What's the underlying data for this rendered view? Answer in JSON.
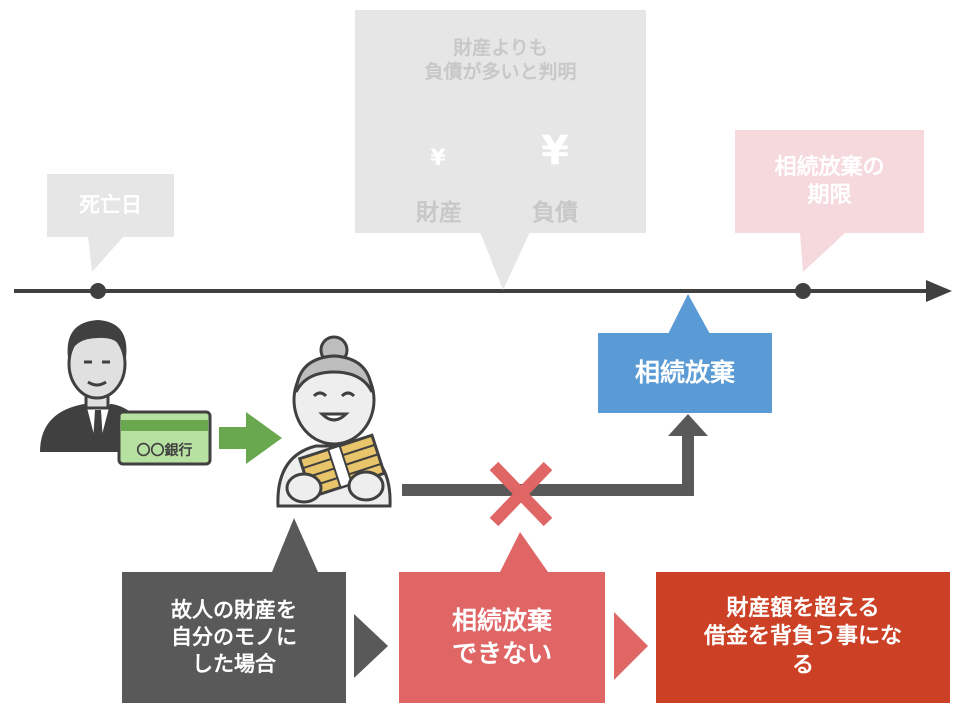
{
  "timeline": {
    "death_date": "死亡日",
    "discovery": {
      "line1": "財産よりも",
      "line2": "負債が多いと判明",
      "asset_label": "財産",
      "debt_label": "負債",
      "yen_symbol": "¥"
    },
    "deadline": {
      "line1": "相続放棄の",
      "line2": "期限"
    }
  },
  "renunciation": "相続放棄",
  "bank_card_label": "〇〇銀行",
  "flow": {
    "step1": {
      "line1": "故人の財産を",
      "line2": "自分のモノに",
      "line3": "した場合"
    },
    "step2": {
      "line1": "相続放棄",
      "line2": "できない"
    },
    "step3": {
      "line1": "財産額を超える",
      "line2": "借金を背負う事にな",
      "line3": "る"
    }
  },
  "colors": {
    "timeline": "#404040",
    "faded_gray": "#e6e6e6",
    "faded_text": "#c8c8c8",
    "faded_pink": "#f5d9dc",
    "blue": "#5b9bd5",
    "dark_gray": "#595959",
    "pink_red": "#e06666",
    "red": "#cc4125",
    "green": "#6aa84f",
    "gold": "#f6d48c"
  }
}
